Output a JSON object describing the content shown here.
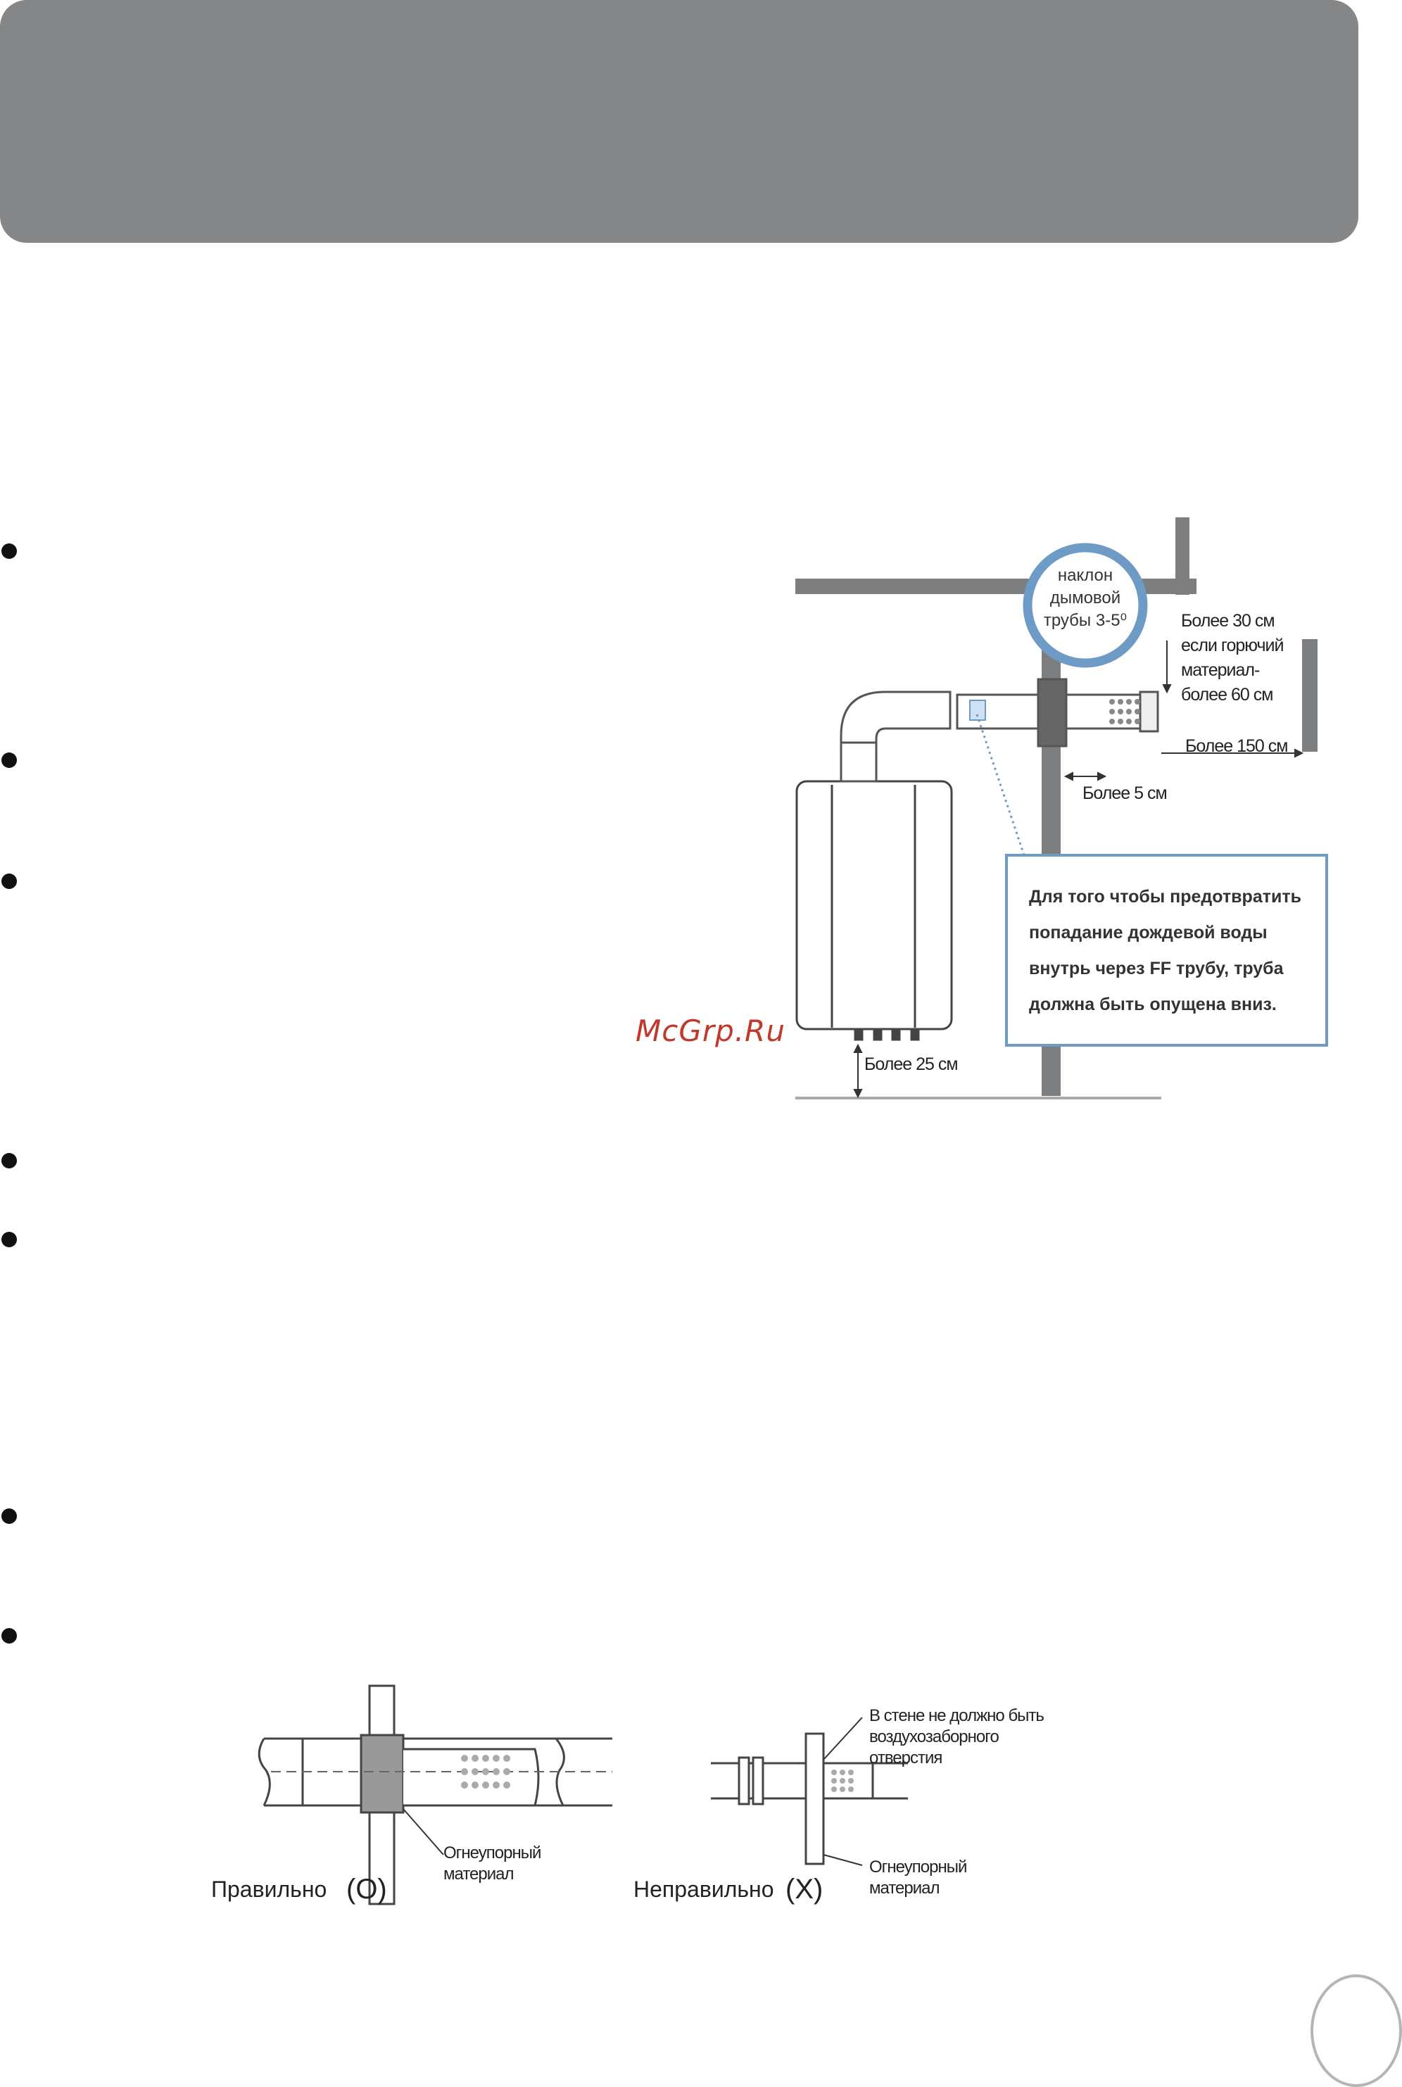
{
  "watermark": "McGrp.Ru",
  "diagram_top": {
    "slope_label": [
      "наклон",
      "дымовой",
      "трубы 3-5⁰"
    ],
    "combustible_label": [
      "Более 30 см",
      "если горючий",
      "материал-",
      "более 60 см"
    ],
    "distance_150": "Более 150 см",
    "distance_5": "Более 5 см",
    "distance_25": "Более 25 см",
    "rain_note": [
      "Для того чтобы предотвратить",
      "попадание дождевой воды",
      "внутрь через FF трубу, труба",
      "должна быть опущена вниз."
    ]
  },
  "diagram_bottom": {
    "correct_label": "Правильно",
    "correct_mark": "(O)",
    "correct_material": [
      "Огнеупорный",
      "материал"
    ],
    "incorrect_label": "Неправильно",
    "incorrect_mark": "(X)",
    "incorrect_note": [
      "В стене не должно быть",
      "воздухозаборного",
      "отверстия"
    ],
    "incorrect_material": [
      "Огнеупорный",
      "материал"
    ]
  },
  "colors": {
    "header": "#858687",
    "wall": "#7d7e80",
    "callout": "#6e9bc6",
    "watermark": "#c0392b"
  },
  "icons": [
    "bullet-dot",
    "page-number-circle"
  ]
}
